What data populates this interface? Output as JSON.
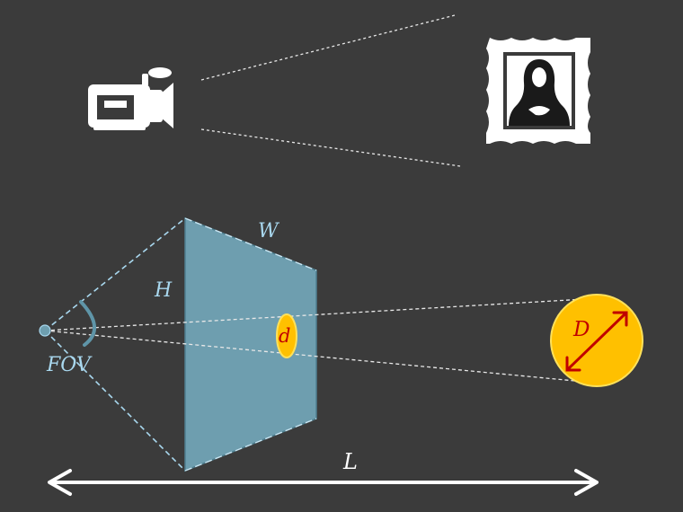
{
  "colors": {
    "background": "#3b3b3b",
    "icon_white": "#ffffff",
    "plane_fill": "#6e9eaf",
    "plane_edge": "#4f7f90",
    "label_blue": "#a9d8ef",
    "object_fill": "#ffc000",
    "object_edge": "#ffe15a",
    "diameter_arrow": "#c00000",
    "label_red": "#c00000"
  },
  "icons": {
    "camera": "video-camera-icon",
    "painting": "framed-portrait-icon"
  },
  "labels": {
    "width": "W",
    "height": "H",
    "field_of_view": "FOV",
    "image_size": "d",
    "object_size": "D",
    "distance": "L"
  }
}
